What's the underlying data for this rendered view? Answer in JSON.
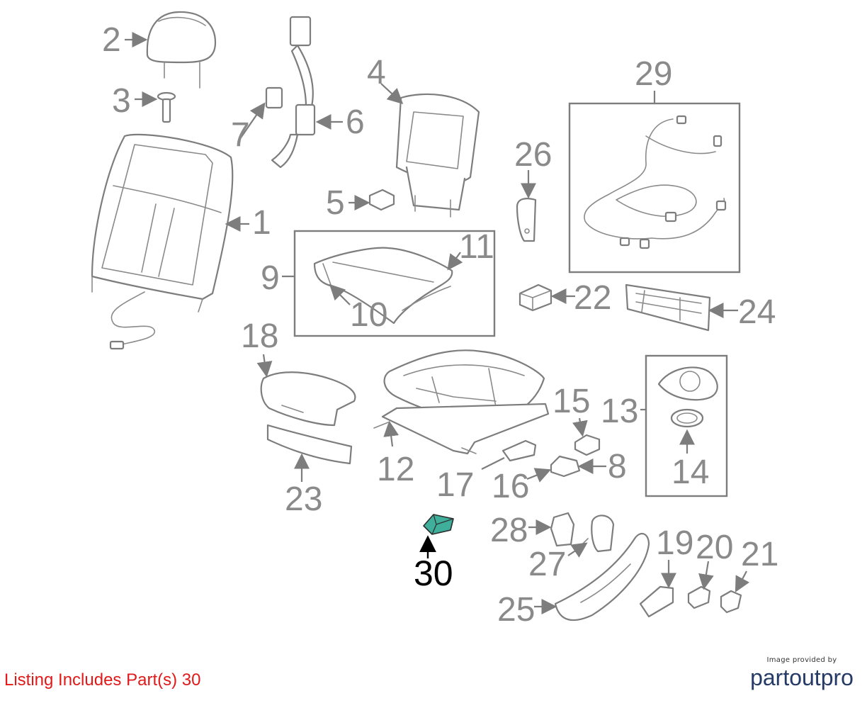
{
  "labels": {
    "l1": "1",
    "l2": "2",
    "l3": "3",
    "l4": "4",
    "l5": "5",
    "l6": "6",
    "l7": "7",
    "l8": "8",
    "l9": "9",
    "l10": "10",
    "l11": "11",
    "l12": "12",
    "l13": "13",
    "l14": "14",
    "l15": "15",
    "l16": "16",
    "l17": "17",
    "l18": "18",
    "l19": "19",
    "l20": "20",
    "l21": "21",
    "l22": "22",
    "l23": "23",
    "l24": "24",
    "l25": "25",
    "l26": "26",
    "l27": "27",
    "l28": "28",
    "l29": "29",
    "l30": "30"
  },
  "highlight": {
    "part": "30",
    "color": "#3fae9a"
  },
  "footer": {
    "listing": "Listing Includes Part(s) 30",
    "credit_small": "Image provided by",
    "credit_brand": "partoutpro"
  },
  "colors": {
    "line": "#7d7d7d",
    "label": "#8a8a8a",
    "listing_text": "#e01a1a",
    "brand": "#253a66"
  }
}
